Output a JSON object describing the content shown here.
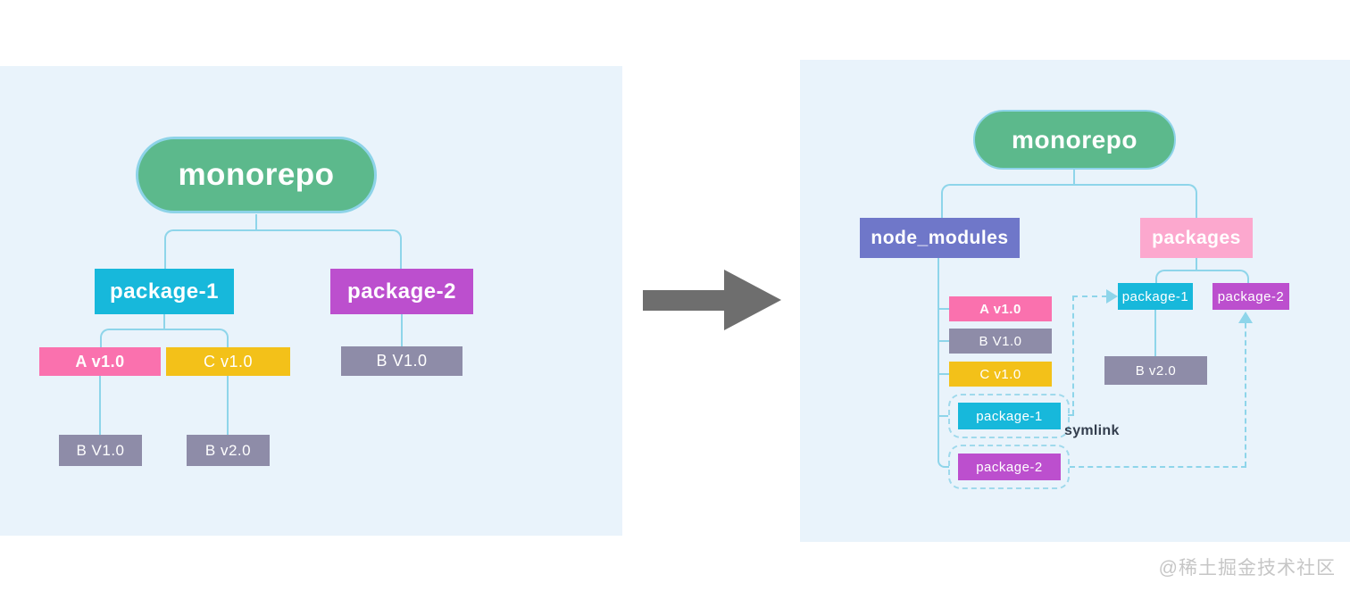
{
  "left_diagram": {
    "root": "monorepo",
    "package1": "package-1",
    "package2": "package-2",
    "dep_a": "A v1.0",
    "dep_c": "C v1.0",
    "dep_b_under_package2": "B V1.0",
    "dep_b_under_a": "B V1.0",
    "dep_b_under_c": "B v2.0"
  },
  "right_diagram": {
    "root": "monorepo",
    "node_modules": "node_modules",
    "packages": "packages",
    "nm_dep_a": "A v1.0",
    "nm_dep_b": "B V1.0",
    "nm_dep_c": "C v1.0",
    "nm_package1": "package-1",
    "nm_package2": "package-2",
    "pk_package1": "package-1",
    "pk_package2": "package-2",
    "pk_dep_b2": "B v2.0",
    "symlink_label": "symlink"
  },
  "watermark": "@稀土掘金技术社区",
  "colors": {
    "panel_background": "#e9f3fb",
    "root_green": "#5cb98c",
    "cyan": "#17b8db",
    "purple": "#bc4fce",
    "pink": "#fa71ae",
    "yellow": "#f3c119",
    "gray_dep": "#8e8ca8",
    "slate_node_modules": "#6f77c9",
    "light_pink_packages": "#fca8ce",
    "connector_blue": "#8ed5ea",
    "transform_arrow_gray": "#6e6e6e",
    "symlink_text": "#333d4d",
    "watermark_gray": "#c6c6c6"
  }
}
